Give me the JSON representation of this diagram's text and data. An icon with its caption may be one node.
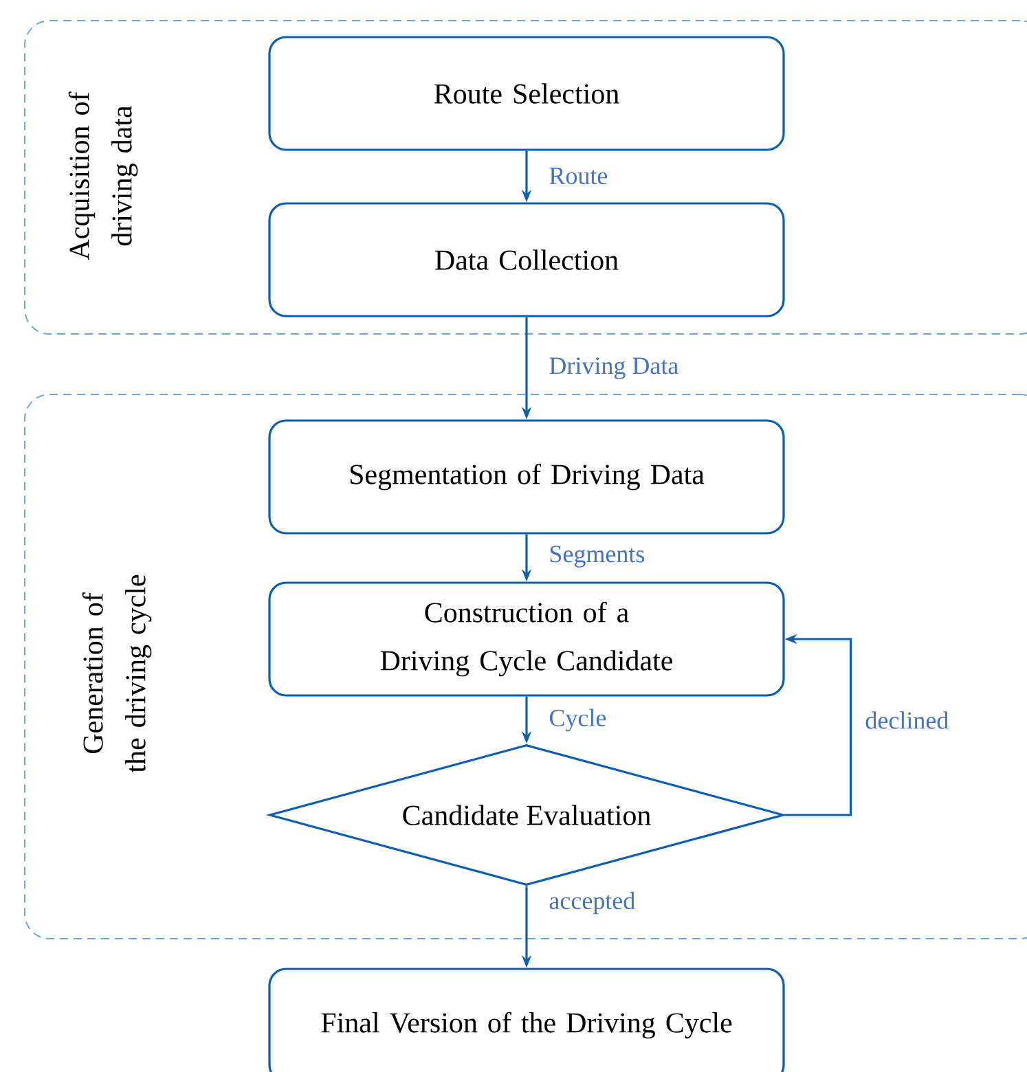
{
  "diagram": {
    "nodes": [
      {
        "text": [
          "Acquisition of driving data"
        ]
      },
      {
        "text": [
          "Route Selection"
        ],
        "in": 0
      },
      {
        "text": [
          "Data Collection"
        ],
        "in": 0
      },
      {
        "text": [
          "Generation of the driving cycle"
        ]
      },
      {
        "text": [
          "Segmentation of Driving Data"
        ],
        "in": 3
      },
      {
        "text": [
          "Construction of a Driving Cycle Candidate"
        ],
        "in": 3
      },
      {
        "text": [
          "Candidate Evaluation"
        ],
        "in": 3
      },
      {
        "text": [
          "Final Version of the Driving Cycle"
        ]
      }
    ],
    "edges": [
      {
        "from": 1,
        "to": 2,
        "arrow": "to",
        "label": "Route"
      },
      {
        "from": 2,
        "to": 4,
        "arrow": "to",
        "label": "Driving Data"
      },
      {
        "from": 4,
        "to": 5,
        "arrow": "to",
        "label": "Segments"
      },
      {
        "from": 5,
        "to": 6,
        "arrow": "to",
        "label": "Cycle"
      },
      {
        "from": 6,
        "to": 5,
        "arrow": "to",
        "label": "declined"
      },
      {
        "from": 6,
        "to": 7,
        "arrow": "to",
        "label": "accepted"
      }
    ]
  }
}
